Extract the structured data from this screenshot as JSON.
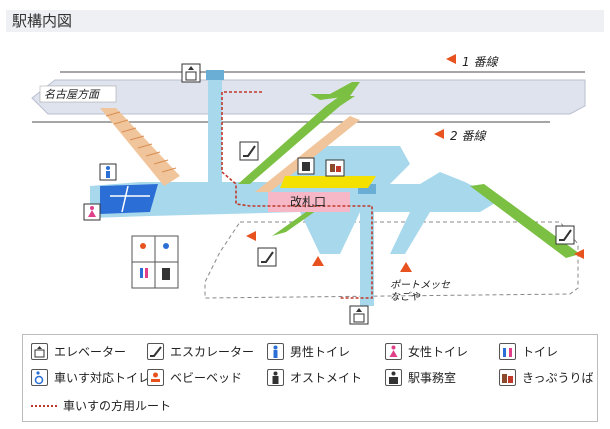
{
  "header": {
    "title": "駅構内図"
  },
  "map": {
    "platform1_label": "1 番線",
    "platform2_label": "2 番線",
    "direction_label": "名古屋方面",
    "ticket_gate_label": "改札口",
    "exit_label_line1": "ポートメッセ",
    "exit_label_line2": "なごや"
  },
  "legend": {
    "elevator": "エレベーター",
    "escalator": "エスカレーター",
    "mens_toilet": "男性トイレ",
    "womens_toilet": "女性トイレ",
    "toilet": "トイレ",
    "accessible_toilet": "車いす対応トイレ",
    "baby_bed": "ベビーベッド",
    "ostomate": "オストメイト",
    "station_office": "駅事務室",
    "ticket_machine": "きっぷうりば",
    "wheelchair_route": "車いすの方用ルート"
  },
  "colors": {
    "platform": "#dfe3ee",
    "concourse": "#a8d8ec",
    "escalator": "#7cc043",
    "stairs": "#f1c59b",
    "gate": "#f6b8c6",
    "office": "#f4e100",
    "toilet_area": "#2b6fd6",
    "route": "#c0392b",
    "arrow": "#e8521f"
  }
}
